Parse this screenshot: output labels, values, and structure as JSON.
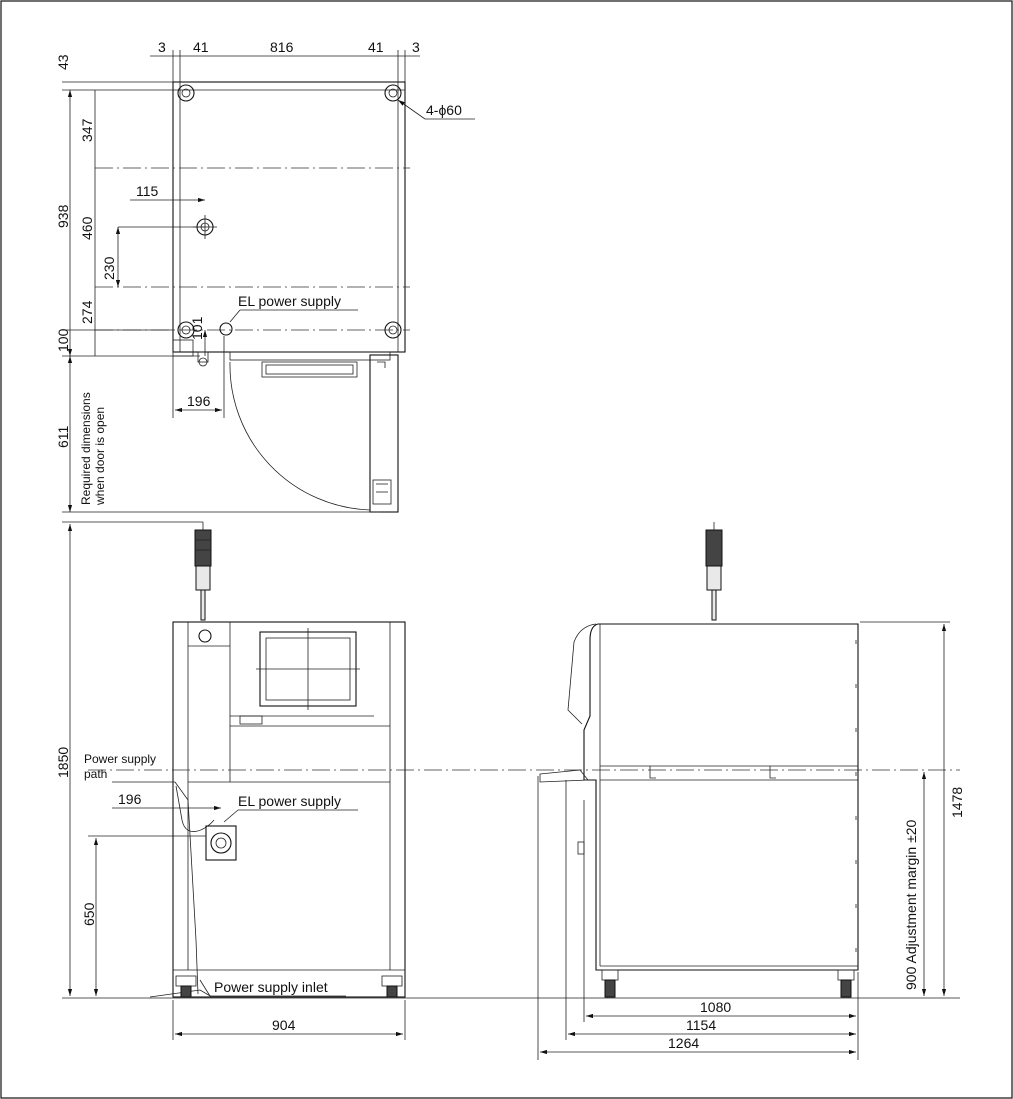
{
  "plan": {
    "top_dims": [
      "3",
      "41",
      "816",
      "41",
      "3"
    ],
    "side_dims": [
      "43",
      "347",
      "938",
      "460",
      "230",
      "274",
      "100",
      "101",
      "611"
    ],
    "dim_115": "115",
    "dim_196": "196",
    "hole_label": "4-ϕ60",
    "el_label": "EL power supply",
    "door_note_1": "Required dimensions",
    "door_note_2": "when door is open"
  },
  "front": {
    "height_total": "1850",
    "path_label_1": "Power supply",
    "path_label_2": "path",
    "dim_196": "196",
    "el_label": "EL power supply",
    "dim_650": "650",
    "inlet_label": "Power supply inlet",
    "width": "904"
  },
  "side": {
    "height": "1478",
    "adjust_label": "900 Adjustment margin ±20",
    "dim_1080": "1080",
    "dim_1154": "1154",
    "dim_1264": "1264"
  }
}
